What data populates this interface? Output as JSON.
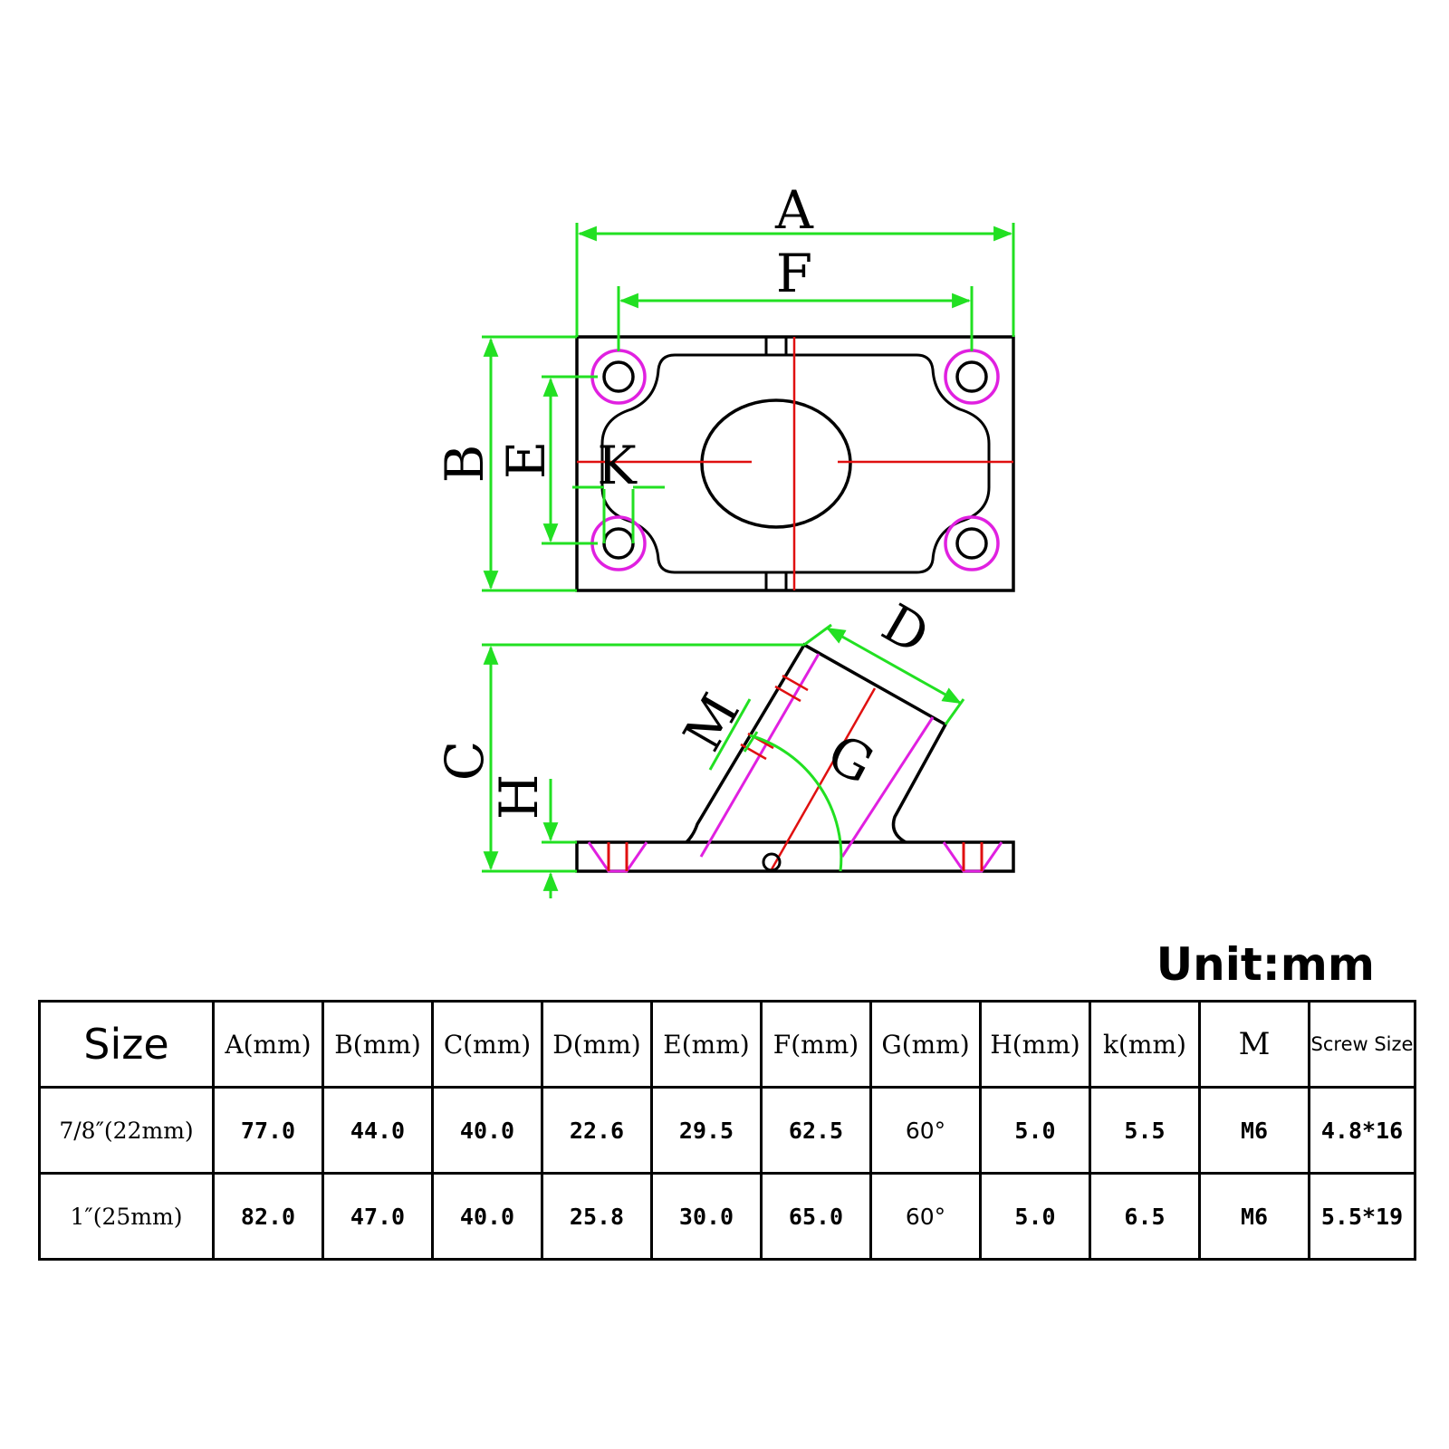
{
  "diagram": {
    "labels": {
      "A": "A",
      "F": "F",
      "B": "B",
      "E": "E",
      "K": "K",
      "C": "C",
      "H": "H",
      "D": "D",
      "M": "M",
      "G": "G"
    },
    "colors": {
      "dimension": "#22e022",
      "outline": "#000000",
      "hole": "#e020e0",
      "centerline": "#e01010"
    }
  },
  "unit_label": "Unit:mm",
  "table": {
    "headers": [
      "Size",
      "A(mm)",
      "B(mm)",
      "C(mm)",
      "D(mm)",
      "E(mm)",
      "F(mm)",
      "G(mm)",
      "H(mm)",
      "k(mm)",
      "M",
      "Screw Size"
    ],
    "rows": [
      [
        "7/8″(22mm)",
        "77.0",
        "44.0",
        "40.0",
        "22.6",
        "29.5",
        "62.5",
        "60°",
        "5.0",
        "5.5",
        "M6",
        "4.8*16"
      ],
      [
        "1″(25mm)",
        "82.0",
        "47.0",
        "40.0",
        "25.8",
        "30.0",
        "65.0",
        "60°",
        "5.0",
        "6.5",
        "M6",
        "5.5*19"
      ]
    ]
  }
}
